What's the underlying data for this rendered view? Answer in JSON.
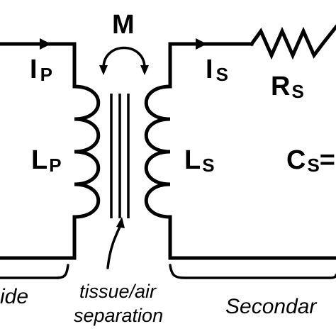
{
  "labels": {
    "mutual": "M",
    "primary_current": {
      "main": "I",
      "sub": "P"
    },
    "secondary_current": {
      "main": "I",
      "sub": "S"
    },
    "secondary_resistor": {
      "main": "R",
      "sub": "S"
    },
    "primary_inductor": {
      "main": "L",
      "sub": "P"
    },
    "secondary_inductor": {
      "main": "L",
      "sub": "S"
    },
    "secondary_capacitor": {
      "main": "C",
      "sub": "S",
      "suffix": "="
    },
    "separation_line1": "tissue/air",
    "separation_line2": "separation",
    "left_side_text": "ide",
    "right_side_text": "Secondar"
  }
}
